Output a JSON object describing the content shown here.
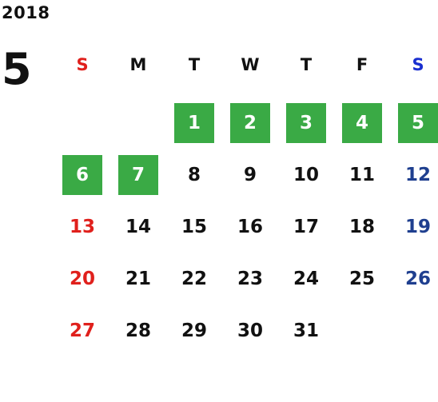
{
  "year": "2018",
  "month": "5",
  "weekday_headers": [
    "S",
    "M",
    "T",
    "W",
    "T",
    "F",
    "S"
  ],
  "colors": {
    "holiday_bg": "#3aaa45",
    "sunday": "#e0201c",
    "saturday": "#1f3f8f",
    "text": "#111111"
  },
  "weeks": [
    [
      {
        "d": ""
      },
      {
        "d": ""
      },
      {
        "d": "1",
        "holiday": true
      },
      {
        "d": "2",
        "holiday": true
      },
      {
        "d": "3",
        "holiday": true
      },
      {
        "d": "4",
        "holiday": true
      },
      {
        "d": "5",
        "holiday": true
      }
    ],
    [
      {
        "d": "6",
        "holiday": true
      },
      {
        "d": "7",
        "holiday": true
      },
      {
        "d": "8"
      },
      {
        "d": "9"
      },
      {
        "d": "10"
      },
      {
        "d": "11"
      },
      {
        "d": "12"
      }
    ],
    [
      {
        "d": "13"
      },
      {
        "d": "14"
      },
      {
        "d": "15"
      },
      {
        "d": "16"
      },
      {
        "d": "17"
      },
      {
        "d": "18"
      },
      {
        "d": "19"
      }
    ],
    [
      {
        "d": "20"
      },
      {
        "d": "21"
      },
      {
        "d": "22"
      },
      {
        "d": "23"
      },
      {
        "d": "24"
      },
      {
        "d": "25"
      },
      {
        "d": "26"
      }
    ],
    [
      {
        "d": "27"
      },
      {
        "d": "28"
      },
      {
        "d": "29"
      },
      {
        "d": "30"
      },
      {
        "d": "31"
      },
      {
        "d": ""
      },
      {
        "d": ""
      }
    ]
  ]
}
